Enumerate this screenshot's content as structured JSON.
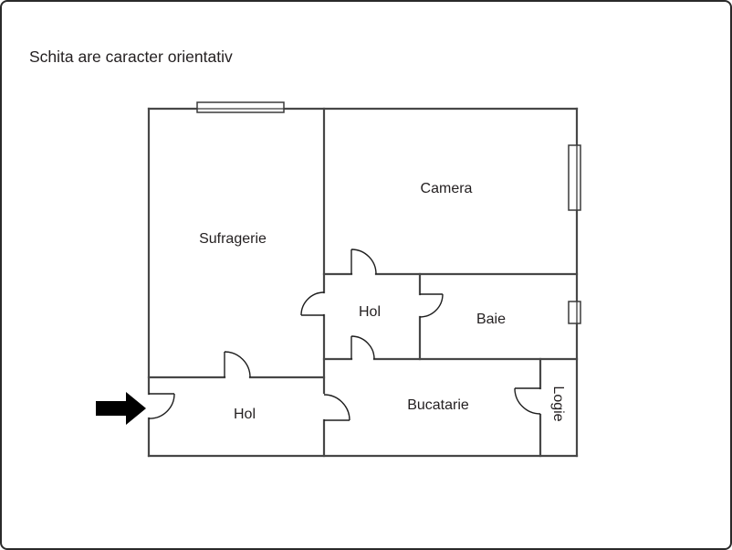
{
  "title": "Schita are caracter orientativ",
  "floorplan": {
    "rooms": [
      {
        "id": "sufragerie",
        "label": "Sufragerie"
      },
      {
        "id": "camera",
        "label": "Camera"
      },
      {
        "id": "hol-central",
        "label": "Hol"
      },
      {
        "id": "baie",
        "label": "Baie"
      },
      {
        "id": "hol-entry",
        "label": "Hol"
      },
      {
        "id": "bucatarie",
        "label": "Bucatarie"
      },
      {
        "id": "logie",
        "label": "Logie"
      }
    ],
    "markers": [
      {
        "id": "entrance-arrow-icon",
        "meaning": "apartment entrance direction"
      }
    ],
    "windows": [
      {
        "id": "window-sufragerie",
        "wall": "top"
      },
      {
        "id": "window-camera",
        "wall": "right"
      },
      {
        "id": "window-baie",
        "wall": "right"
      }
    ],
    "doors": [
      {
        "id": "door-entry",
        "between": "exterior / hol-entry"
      },
      {
        "id": "door-sufragerie-hol-entry",
        "between": "sufragerie / hol-entry"
      },
      {
        "id": "door-sufragerie-hol-central",
        "between": "sufragerie / hol-central"
      },
      {
        "id": "door-hol-camera",
        "between": "hol-central / camera"
      },
      {
        "id": "door-hol-baie",
        "between": "hol-central / baie"
      },
      {
        "id": "door-hol-bucatarie",
        "between": "hol-central / bucatarie"
      },
      {
        "id": "door-hol-entry-bucatarie",
        "between": "hol-entry / bucatarie"
      },
      {
        "id": "door-bucatarie-logie",
        "between": "bucatarie / logie"
      }
    ]
  },
  "colors": {
    "background": "#ffffff",
    "wall": "#474747",
    "door_line": "#1e1e1e",
    "text": "#231f20",
    "arrow": "#000000",
    "outer_border": "#2a2a2a"
  }
}
